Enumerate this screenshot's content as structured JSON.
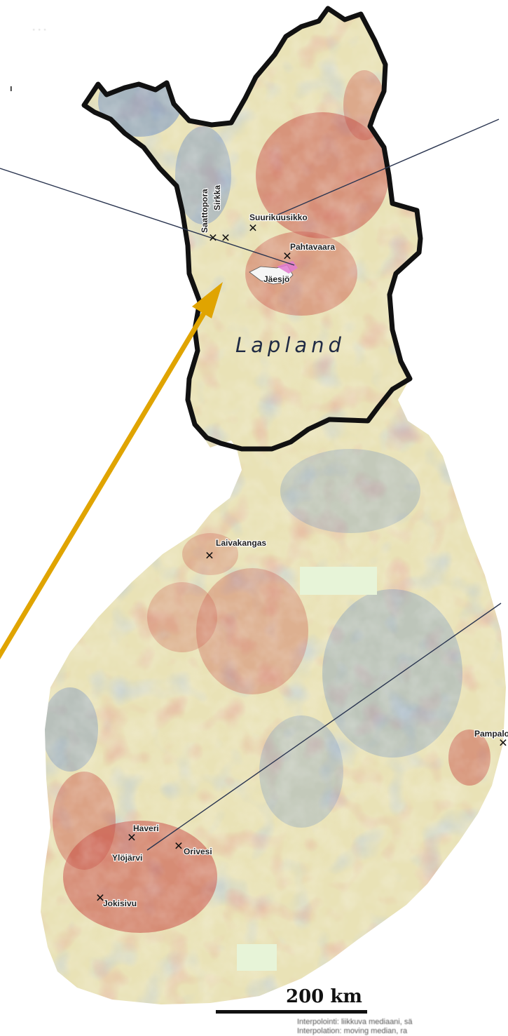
{
  "map": {
    "region_label": "Lapland",
    "scale_bar": {
      "label": "200 km"
    },
    "caption_lines": [
      "Interpolointi: liikkuva mediaani, sä",
      "Interpolation: moving median, ra"
    ],
    "colors": {
      "low": "#6e8ec4",
      "mid": "#e9e2b6",
      "high": "#c9544a",
      "border": "#111111",
      "leader_line": "#2a3550",
      "arrow": "#e0a400",
      "highlight": "#e7f4d8"
    },
    "places": [
      {
        "id": "saattopora",
        "name": "Saattopora"
      },
      {
        "id": "sirkka",
        "name": "Sirkka"
      },
      {
        "id": "suurikuusikko",
        "name": "Suurikuusikko"
      },
      {
        "id": "pahtavaara",
        "name": "Pahtavaara"
      },
      {
        "id": "jaesjo",
        "name": "Jäesjö"
      },
      {
        "id": "laivakangas",
        "name": "Laivakangas"
      },
      {
        "id": "pampalo",
        "name": "Pampalo"
      },
      {
        "id": "haveri",
        "name": "Haveri"
      },
      {
        "id": "ylojarvi",
        "name": "Ylöjärvi"
      },
      {
        "id": "orivesi",
        "name": "Orivesi"
      },
      {
        "id": "jokisivu",
        "name": "Jokisivu"
      }
    ]
  }
}
